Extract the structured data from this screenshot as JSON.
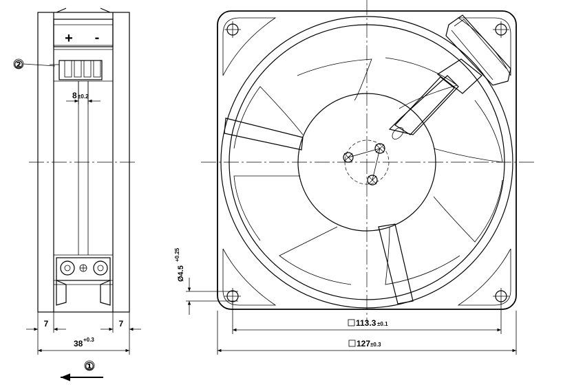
{
  "side_view": {
    "dim_pitch_value": "8",
    "dim_pitch_tol": "±0.2",
    "dim_left_edge": "7",
    "dim_right_edge": "7",
    "dim_depth_value": "38",
    "dim_depth_tol": "+0.3",
    "polarity_plus": "+",
    "polarity_minus": "-"
  },
  "callouts": {
    "terminal": "②",
    "airflow": "①"
  },
  "front_view": {
    "dim_hole_value": "Ø4.5",
    "dim_hole_tol": "+0.25",
    "dim_pitch_value": "113.3",
    "dim_pitch_tol": "±0.1",
    "dim_frame_value": "127",
    "dim_frame_tol": "±0.3"
  }
}
